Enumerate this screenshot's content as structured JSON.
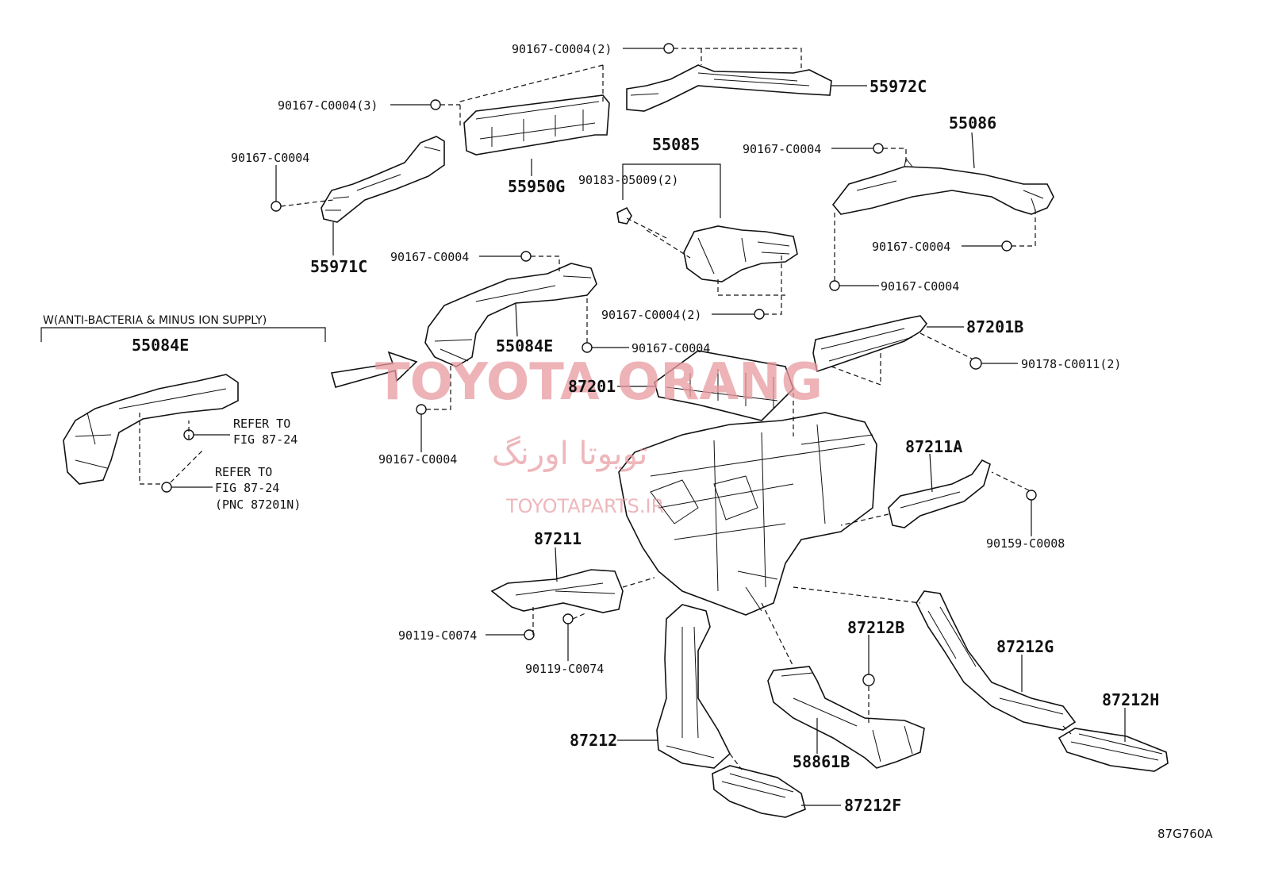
{
  "header": {
    "variant_note": "W(ANTI-BACTERIA & MINUS ION SUPPLY)"
  },
  "labels": {
    "l01": "90167-C0004(2)",
    "l02": "55972C",
    "l03": "90167-C0004(3)",
    "l04": "55950G",
    "l05": "90167-C0004",
    "l06": "55971C",
    "l07": "55085",
    "l08": "90183-05009(2)",
    "l09": "55086",
    "l10": "90167-C0004",
    "l11": "90167-C0004",
    "l12": "90167-C0004",
    "l13": "90167-C0004",
    "l14": "55084E",
    "l15": "90167-C0004(2)",
    "l16": "87201B",
    "l17": "90167-C0004",
    "l18": "90178-C0011(2)",
    "l19": "55084E",
    "l20": "87201",
    "l21": "REFER TO",
    "l22": "FIG 87-24",
    "l23": "REFER TO",
    "l24": "FIG 87-24",
    "l25": "(PNC 87201N)",
    "l26": "90167-C0004",
    "l27": "87211A",
    "l28": "90159-C0008",
    "l29": "87211",
    "l30": "87212B",
    "l31": "87212G",
    "l32": "90119-C0074",
    "l33": "90119-C0074",
    "l34": "87212H",
    "l35": "87212",
    "l36": "58861B",
    "l37": "87212F"
  },
  "watermark": {
    "main": "TOYOTA ORANG",
    "persian": "تویوتا اورنگ",
    "sub": "TOYOTAPARTS.IR"
  },
  "footer": {
    "diagram_code": "87G760A"
  }
}
